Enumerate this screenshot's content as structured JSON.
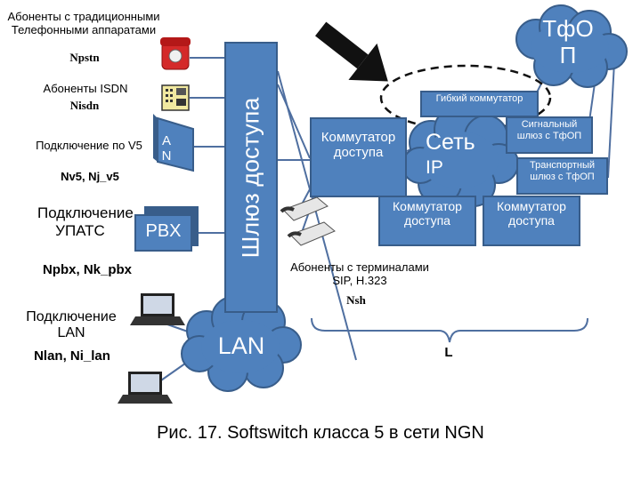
{
  "labels": {
    "pstn_subscribers": "Абоненты с традиционными Телефонными аппаратами",
    "pstn_count": "Npstn",
    "isdn_subscribers": "Абоненты ISDN",
    "isdn_count": "Nisdn",
    "v5_connection": "Подключение по V5",
    "v5_count": "Nv5, Nj_v5",
    "pbx_connection": "Подключение УПАТС",
    "pbx_count": "Npbx, Nk_pbx",
    "lan_connection": "Подключение LAN",
    "lan_count": "Nlan, Ni_lan",
    "sip_subscribers": "Абоненты с терминалами SIP, H.323",
    "sh_count": "Nsh",
    "l_label": "L",
    "caption": "Рис. 17. Softswitch класса 5 в сети NGN"
  },
  "nodes": {
    "gateway": "Шлюз доступа",
    "an_line1": "A",
    "an_line2": "N",
    "pbx": "PBX",
    "lan": "LAN",
    "ip_network_line1": "Сеть",
    "ip_network_line2": "IP",
    "pstn_line1": "ТфО",
    "pstn_line2": "П",
    "softswitch": "Гибкий коммутатор",
    "access_switch_main": "Коммутатор доступа",
    "access_switch_2": "Коммутатор доступа",
    "access_switch_3": "Коммутатор доступа",
    "signaling_gateway": "Сигнальный шлюз с ТфОП",
    "transport_gateway": "Транспортный шлюз с ТфОП"
  },
  "colors": {
    "node_fill": "#4f81bd",
    "node_border": "#385d8a",
    "line": "#4f6fa0"
  },
  "icons": [
    "red-phone-icon",
    "isdn-terminal-icon",
    "ip-phone-icon",
    "laptop-icon",
    "arrow-icon"
  ]
}
